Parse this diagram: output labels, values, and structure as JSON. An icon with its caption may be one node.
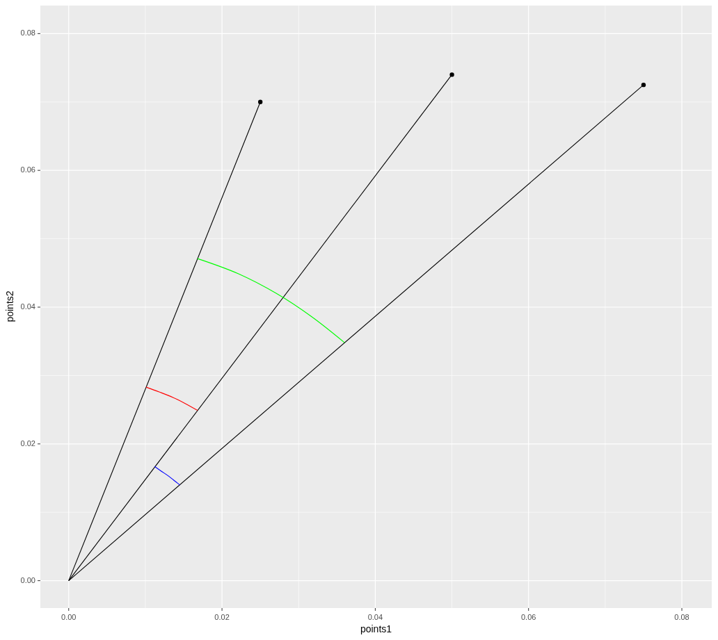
{
  "diagram": {
    "chart_data": {
      "type": "line",
      "xlabel": "points1",
      "ylabel": "points2",
      "grid": true,
      "xlim": [
        -0.0037,
        0.0839
      ],
      "ylim": [
        -0.004,
        0.0841
      ],
      "xticks": [
        {
          "value": 0,
          "label": "0.00"
        },
        {
          "value": 0.02,
          "label": "0.02"
        },
        {
          "value": 0.04,
          "label": "0.04"
        },
        {
          "value": 0.06,
          "label": "0.06"
        },
        {
          "value": 0.08,
          "label": "0.08"
        }
      ],
      "yticks": [
        {
          "value": 0,
          "label": "0.00"
        },
        {
          "value": 0.02,
          "label": "0.02"
        },
        {
          "value": 0.04,
          "label": "0.04"
        },
        {
          "value": 0.06,
          "label": "0.06"
        },
        {
          "value": 0.08,
          "label": "0.08"
        }
      ],
      "series": [
        {
          "color": "#000000",
          "x": [
            0,
            0.025
          ],
          "values": [
            0,
            0.07
          ]
        },
        {
          "color": "#000000",
          "x": [
            0,
            0.05
          ],
          "values": [
            0,
            0.074
          ]
        },
        {
          "color": "#000000",
          "x": [
            0,
            0.075
          ],
          "values": [
            0,
            0.0725
          ]
        },
        {
          "color": "#0000ff",
          "x": [
            0.0112,
            0.0121,
            0.0129,
            0.0137,
            0.0145
          ],
          "values": [
            0.0167,
            0.016,
            0.0154,
            0.0147,
            0.014
          ]
        },
        {
          "color": "#ff0000",
          "x": [
            0.0101,
            0.0118,
            0.0136,
            0.0152,
            0.0168
          ],
          "values": [
            0.0283,
            0.0276,
            0.0268,
            0.0259,
            0.0249
          ]
        },
        {
          "color": "#00ff00",
          "x": [
            0.0168,
            0.0221,
            0.0271,
            0.0317,
            0.036
          ],
          "values": [
            0.0471,
            0.0449,
            0.042,
            0.0386,
            0.0348
          ]
        },
        {
          "color": "#000000",
          "type": "scatter",
          "x": [
            0.025,
            0.05,
            0.075
          ],
          "values": [
            0.07,
            0.074,
            0.0725
          ]
        }
      ]
    }
  }
}
